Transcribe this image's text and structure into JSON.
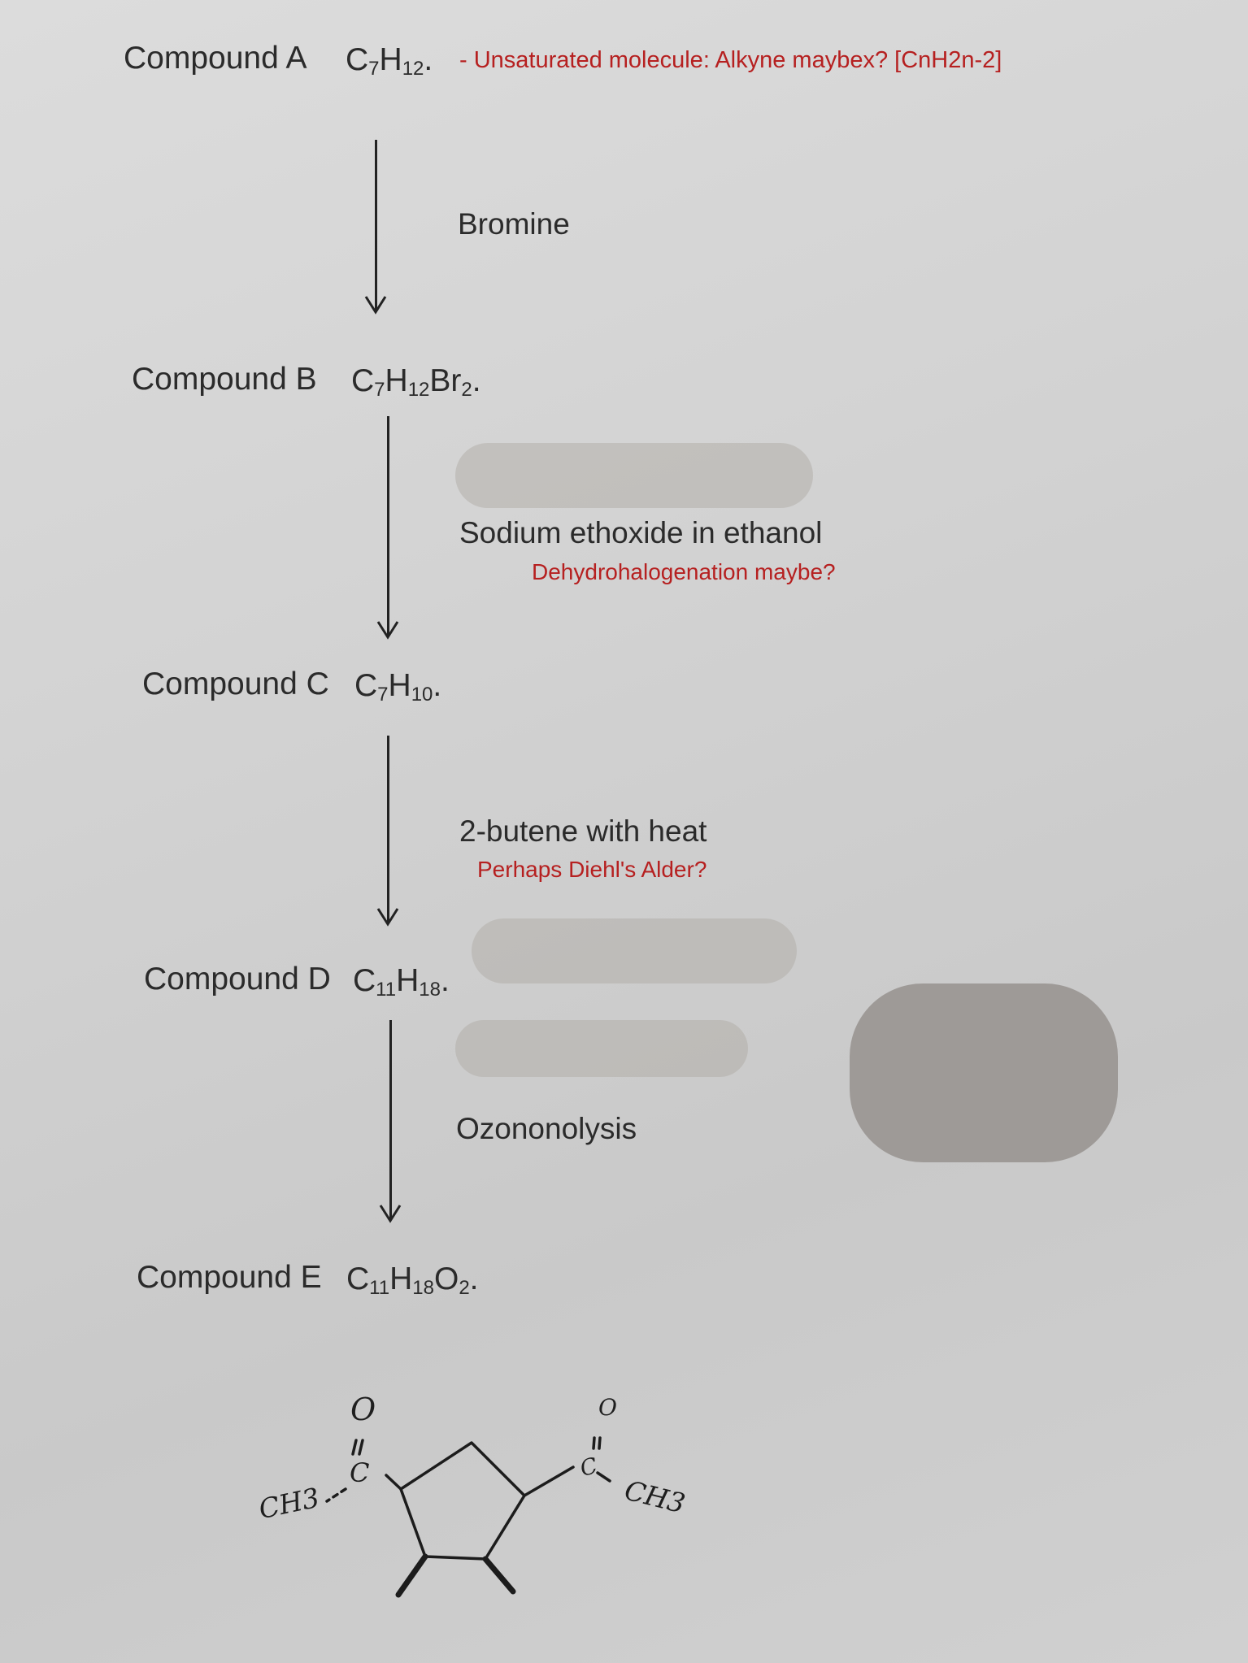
{
  "compounds": [
    {
      "label": "Compound A",
      "C": "C",
      "c_n": "7",
      "H": "H",
      "h_n": "12",
      "suffix": "."
    },
    {
      "label": "Compound B",
      "C": "C",
      "c_n": "7",
      "H": "H",
      "h_n": "12",
      "extra": "Br",
      "extra_n": "2",
      "suffix": "."
    },
    {
      "label": "Compound C",
      "C": "C",
      "c_n": "7",
      "H": "H",
      "h_n": "10",
      "suffix": "."
    },
    {
      "label": "Compound D",
      "C": "C",
      "c_n": "11",
      "H": "H",
      "h_n": "18",
      "suffix": "."
    },
    {
      "label": "Compound E",
      "C": "C",
      "c_n": "11",
      "H": "H",
      "h_n": "18",
      "extra": "O",
      "extra_n": "2",
      "suffix": "."
    }
  ],
  "notes": {
    "a": "- Unsaturated molecule: Alkyne maybex? [CnH2n-2]",
    "b": "Dehydrohalogenation maybe?",
    "c": "Perhaps Diehl's Alder?"
  },
  "reagents": [
    "Bromine",
    "Sodium ethoxide in ethanol",
    "2-butene with heat",
    "Ozononolysis"
  ],
  "structure": {
    "left_o": "O",
    "left_c": "C",
    "left_ch3": "CH3",
    "right_o": "O",
    "right_c": "C",
    "right_ch3": "CH3"
  },
  "colors": {
    "annotation": "#b62020",
    "text": "#2b2b2b"
  }
}
